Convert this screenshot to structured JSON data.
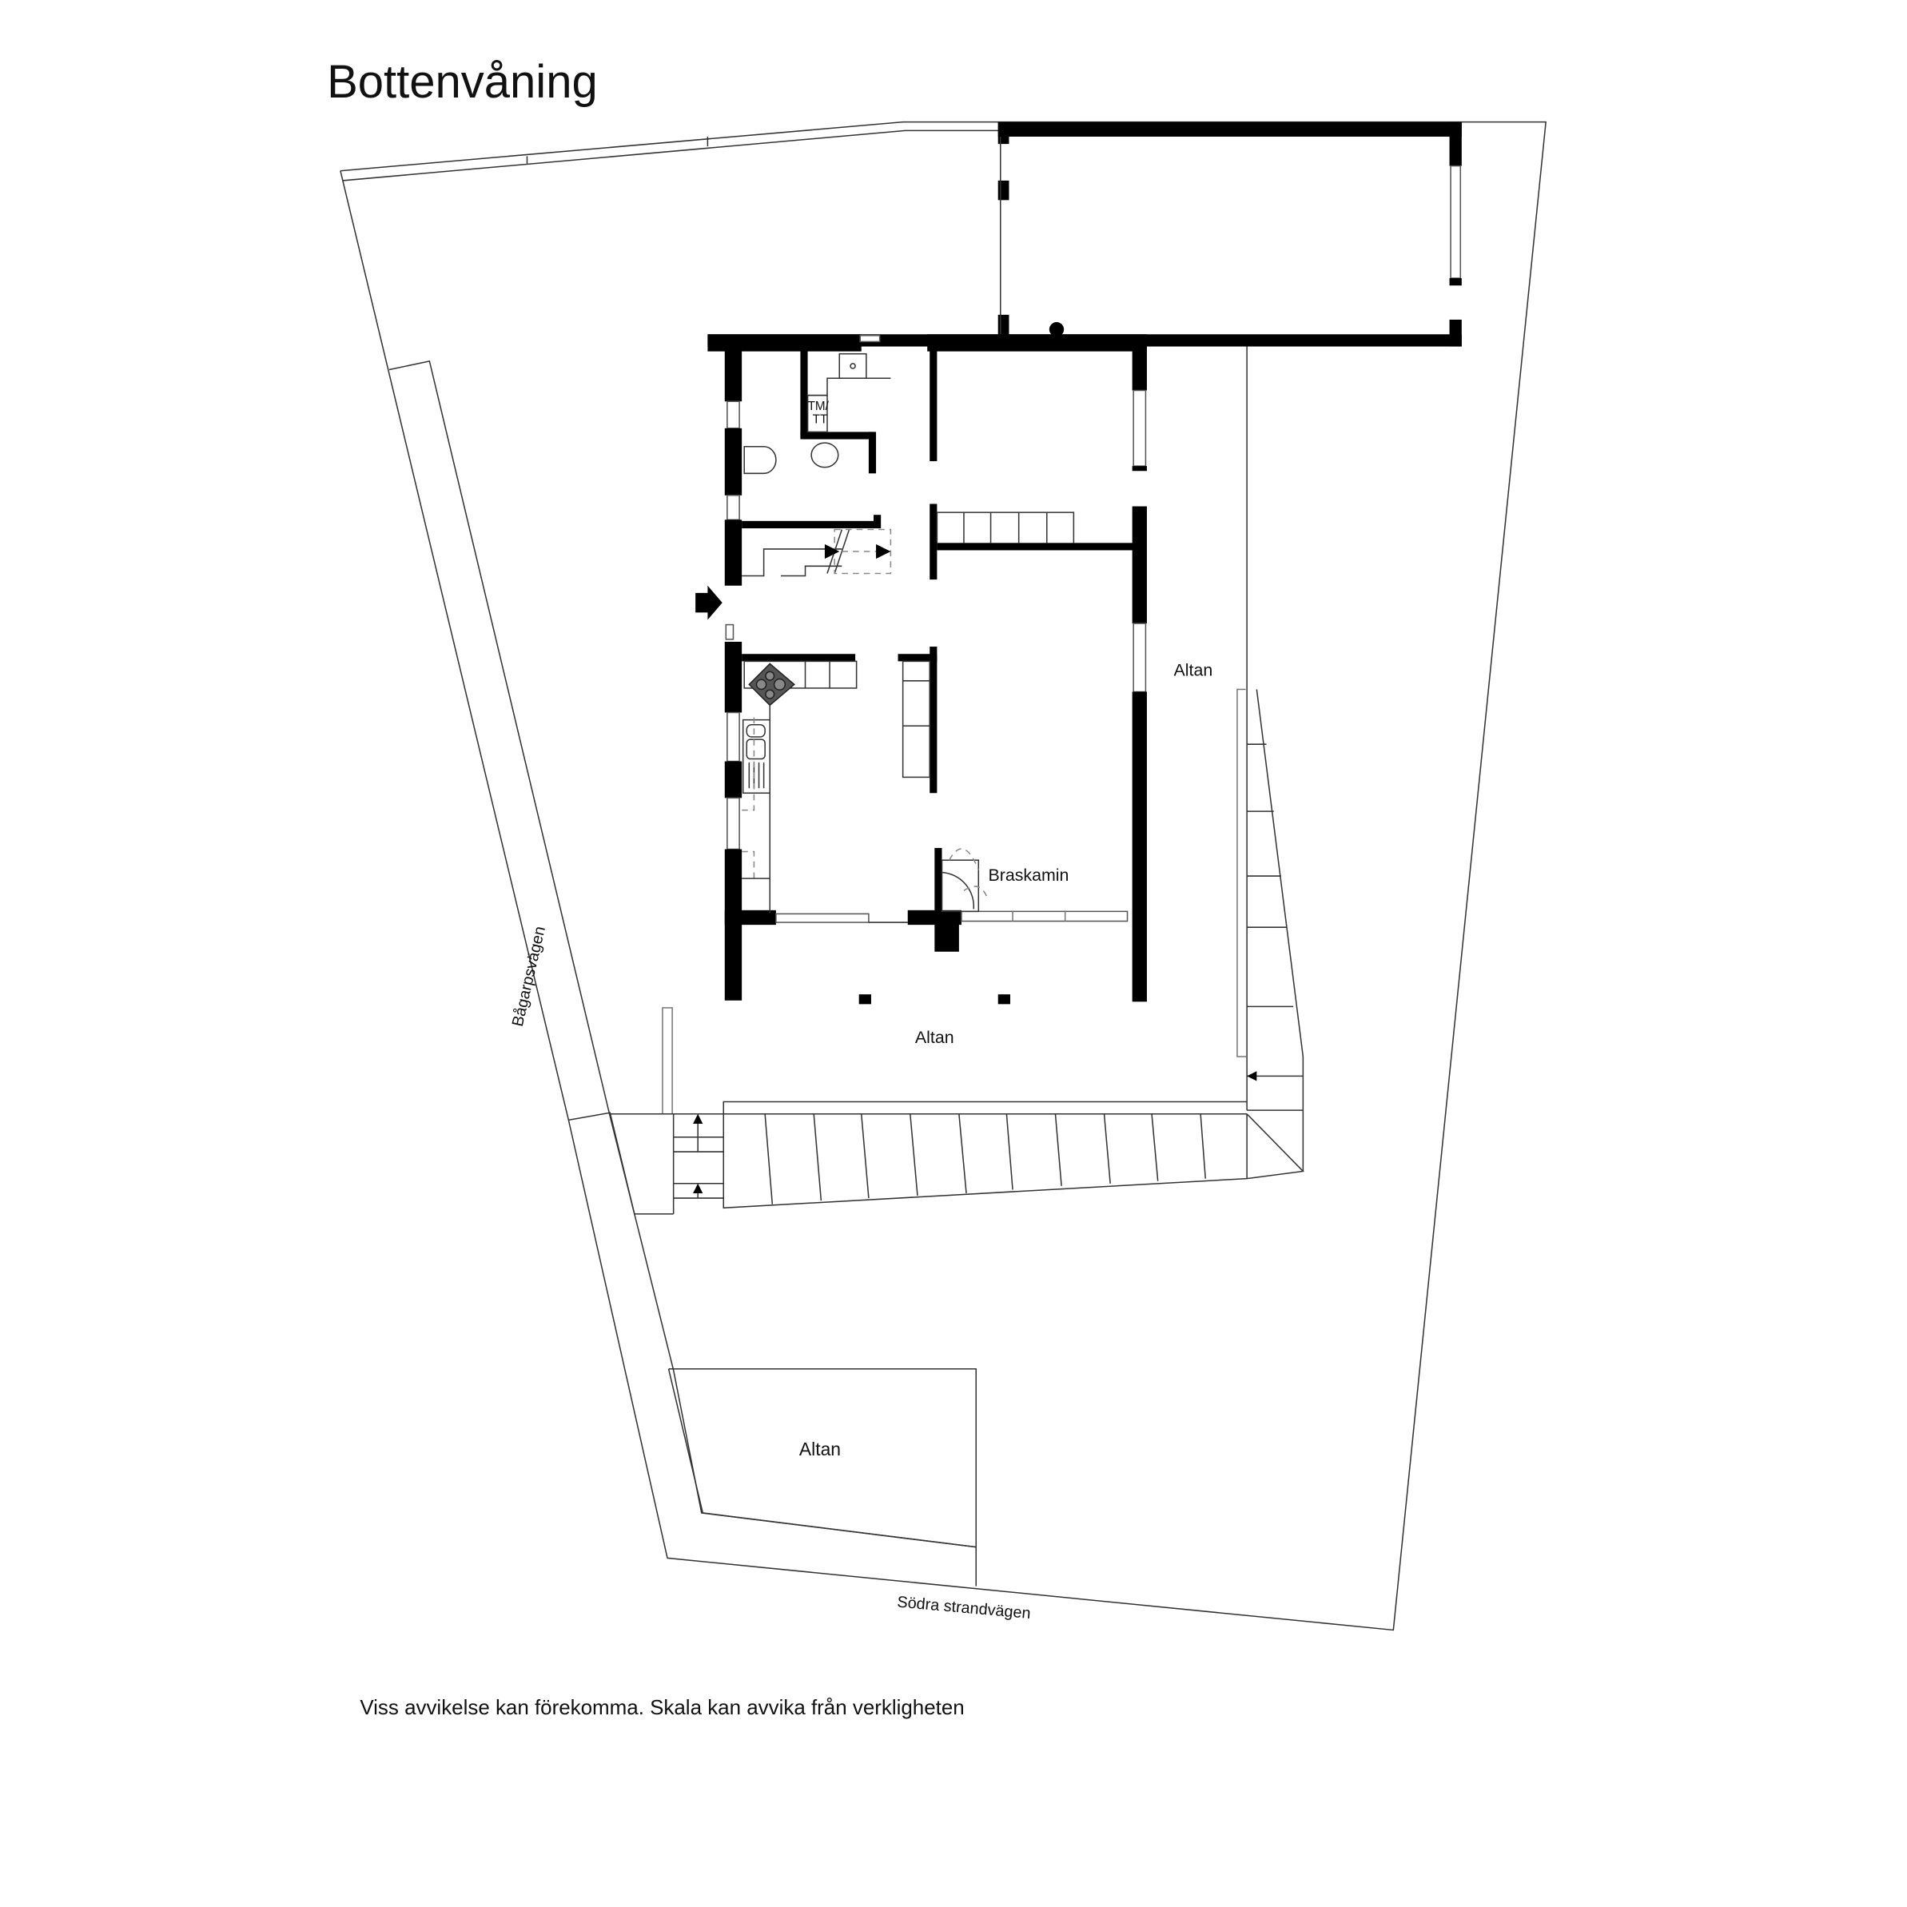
{
  "title": "Bottenvåning",
  "disclaimer": "Viss avvikelse kan förekomma. Skala kan avvika från verkligheten",
  "streets": {
    "west": "Bågarpsvägen",
    "south": "Södra strandvägen"
  },
  "rooms": {
    "laundry_label": "TM/\nTT",
    "laundry_line1": "TM/",
    "laundry_line2": "TT",
    "fireplace": "Braskamin",
    "deck_east": "Altan",
    "deck_south": "Altan",
    "deck_lower": "Altan"
  },
  "colors": {
    "wall": "#000000",
    "line": "#333333",
    "background": "#ffffff"
  }
}
